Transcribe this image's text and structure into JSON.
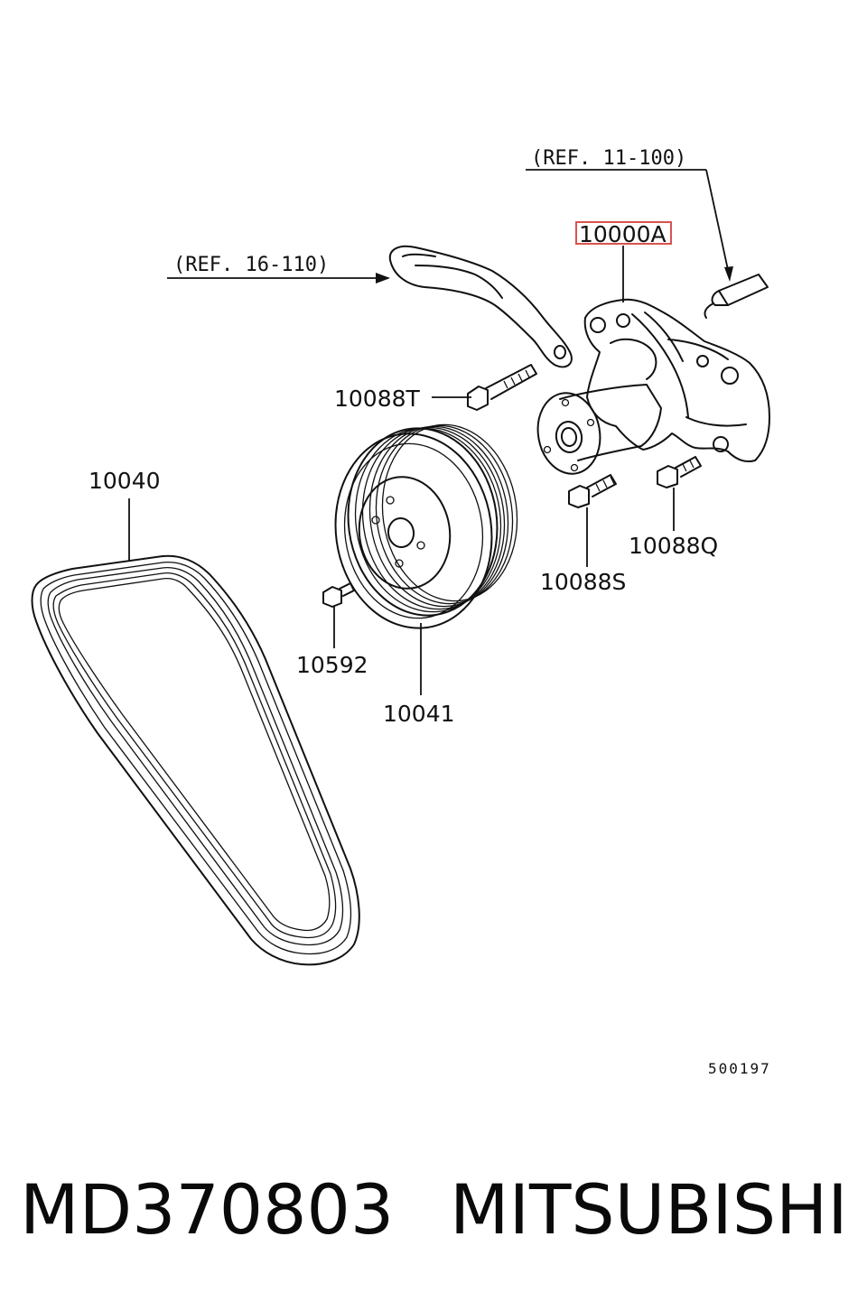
{
  "diagram": {
    "references": {
      "ref_1": "(REF. 11-100)",
      "ref_2": "(REF. 16-110)"
    },
    "callouts": {
      "water_pump": "10000A",
      "bolt_t": "10088T",
      "bolt_s": "10088S",
      "bolt_q": "10088Q",
      "belt": "10040",
      "pulley": "10041",
      "pulley_bolt": "10592"
    },
    "illustration_number": "500197",
    "highlight_color": "#d9534f"
  },
  "footer": {
    "part_number": "MD370803",
    "brand": "MITSUBISHI"
  }
}
